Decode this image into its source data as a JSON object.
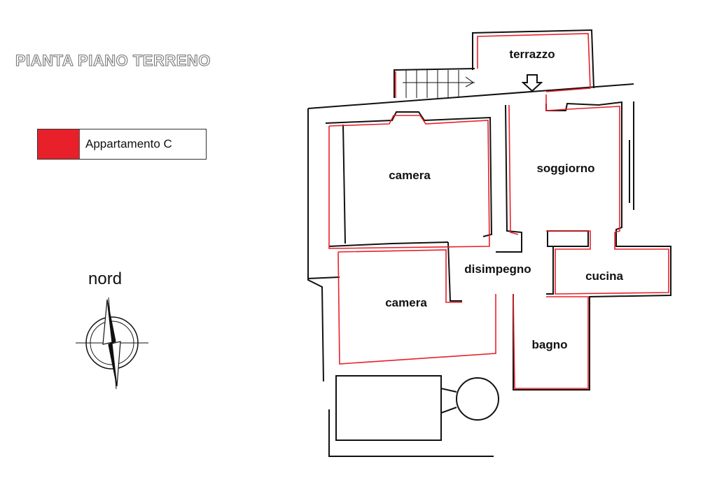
{
  "title": "PIANTA PIANO TERRENO",
  "legend": {
    "label": "Appartamento C",
    "color": "#e8202a"
  },
  "compass": {
    "label": "nord"
  },
  "rooms": {
    "terrazzo": "terrazzo",
    "camera_top": "camera",
    "soggiorno": "soggiorno",
    "disimpegno": "disimpegno",
    "camera_bottom": "camera",
    "cucina": "cucina",
    "bagno": "bagno"
  },
  "colors": {
    "wall": "#111111",
    "apartment_outline": "#e8202a"
  }
}
